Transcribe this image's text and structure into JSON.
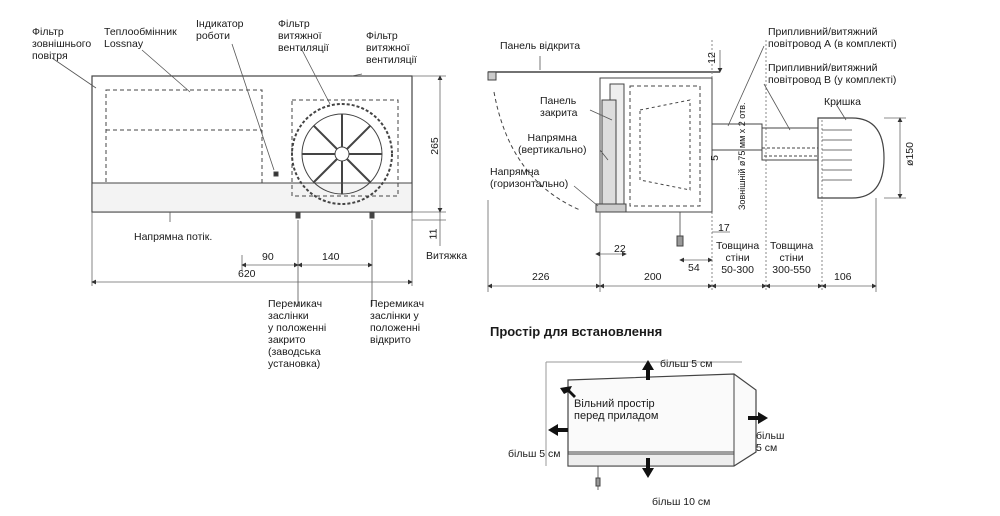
{
  "left_view": {
    "labels": {
      "outdoor_filter": [
        "Фільтр",
        "зовнішнього",
        "повітря"
      ],
      "lossnay": [
        "Теплообмінник",
        "Lossnay"
      ],
      "indicator": [
        "Індикатор",
        "роботи"
      ],
      "supply_filter": [
        "Фільтр",
        "витяжної",
        "вентиляції"
      ],
      "exhaust_filter": [
        "Фільтр",
        "витяжної",
        "вентиляції"
      ],
      "flow_guide": "Напрямна потік.",
      "exhaust": "Витяжка",
      "switch_closed": [
        "Перемикач",
        "заслінки",
        "у положенні",
        "закрито",
        "(заводська",
        "установка)"
      ],
      "switch_open": [
        "Перемикач",
        "заслінки у",
        "положенні",
        "відкрито"
      ]
    },
    "dims": {
      "d620": "620",
      "d90": "90",
      "d140": "140",
      "d265": "265",
      "d11": "11"
    }
  },
  "right_view": {
    "labels": {
      "panel_open": "Панель відкрита",
      "panel_closed": [
        "Панель",
        "закрита"
      ],
      "guide_vertical": [
        "Напрямна",
        "(вертикально)"
      ],
      "guide_horizontal": [
        "Напрямна",
        "(горизонтально)"
      ],
      "duct_a": [
        "Припливний/витяжний",
        "повітровод А (в комплекті)"
      ],
      "duct_b": [
        "Припливний/витяжний",
        "повітровод В (у комплекті)"
      ],
      "cover": "Кришка",
      "hole_note": "Зовнішній ø75 мм х 2 отв.",
      "wall_a": [
        "Товщина",
        "стіни",
        "50-300"
      ],
      "wall_b": [
        "Товщина",
        "стіни",
        "300-550"
      ]
    },
    "dims": {
      "d12": "12",
      "d5": "5",
      "d22": "22",
      "d17": "17",
      "d54": "54",
      "d226": "226",
      "d200": "200",
      "d106": "106",
      "d150": "ø150"
    }
  },
  "install_space": {
    "title": "Простір для встановлення",
    "free_space": [
      "Вільний простір",
      "перед приладом"
    ],
    "top": "більш 5 см",
    "left": [
      "більш 5 см"
    ],
    "right": [
      "більш",
      "5 см"
    ],
    "bottom": "більш 10 см"
  }
}
